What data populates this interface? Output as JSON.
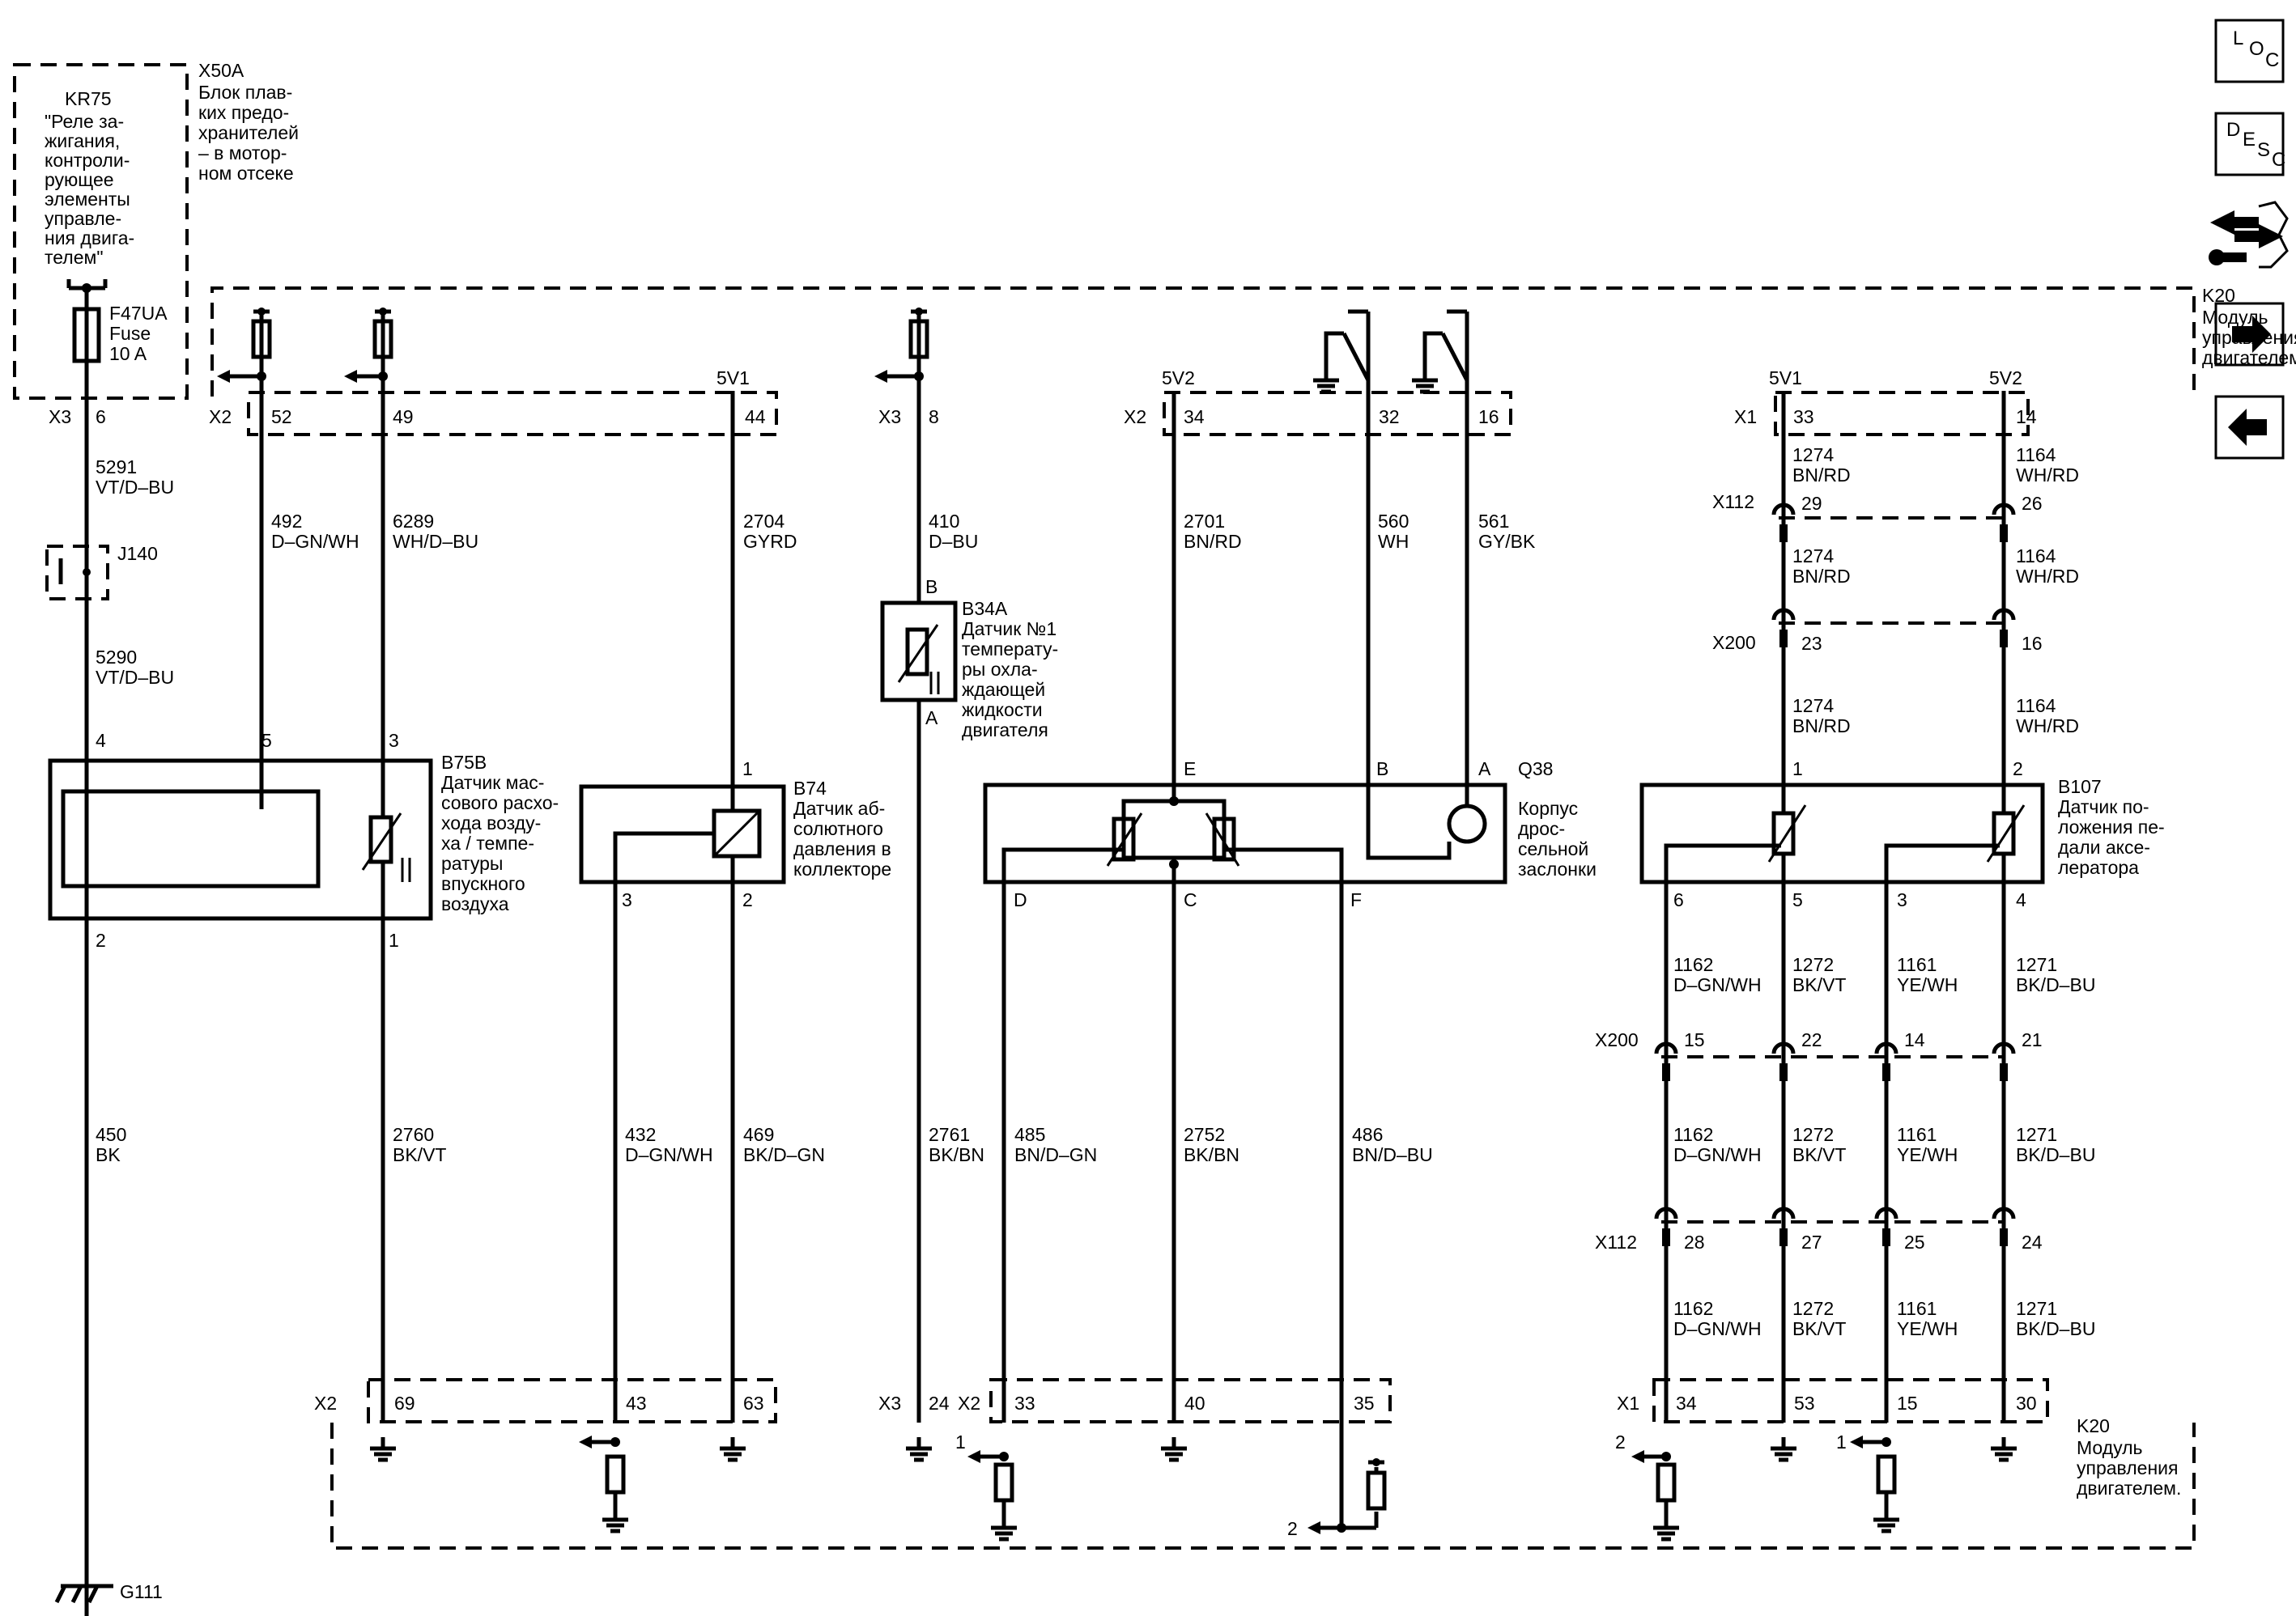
{
  "top_left": {
    "relay_id": "KR75",
    "relay_desc": [
      "\"Реле за-",
      "жигания,",
      "контроли-",
      "рующее",
      "элементы",
      "управле-",
      "ния двига-",
      "телем\""
    ],
    "block_id": "X50A",
    "block_desc": [
      "Блок плав-",
      "ких предо-",
      "хранителей",
      "– в мотор-",
      "ном отсеке"
    ],
    "fuse_label": [
      "F47UA",
      "Fuse",
      "10 A"
    ]
  },
  "module": {
    "id": "K20",
    "desc": [
      "Модуль",
      "управления",
      "двигателем."
    ],
    "supply_5v1": "5V1",
    "supply_5v2": "5V2"
  },
  "connectors": {
    "x2": "X2",
    "x3": "X3",
    "x1": "X1",
    "x112": "X112",
    "x200": "X200",
    "j140": "J140",
    "ground": "G111"
  },
  "pins": {
    "top": [
      "6",
      "52",
      "49",
      "44",
      "8",
      "34",
      "32",
      "16",
      "33",
      "14"
    ],
    "bottom": [
      "69",
      "43",
      "63",
      "24",
      "33",
      "40",
      "35",
      "34",
      "53",
      "15",
      "30"
    ],
    "x112_top": [
      "29",
      "26"
    ],
    "x200_top": [
      "23",
      "16"
    ],
    "x200_mid": [
      "15",
      "22",
      "14",
      "21"
    ],
    "x112_mid": [
      "28",
      "27",
      "25",
      "24"
    ]
  },
  "component_pins": {
    "b75b": [
      "4",
      "5",
      "3",
      "2",
      "1"
    ],
    "b74": [
      "1",
      "3",
      "2"
    ],
    "b34a": [
      "B",
      "A"
    ],
    "q38": [
      "E",
      "B",
      "A",
      "D",
      "C",
      "F"
    ],
    "b107": [
      "1",
      "2",
      "6",
      "5",
      "3",
      "4"
    ]
  },
  "components": {
    "b75b": {
      "id": "B75B",
      "desc": [
        "Датчик мас-",
        "сового расхо-",
        "хода возду-",
        "ха / темпе-",
        "ратуры",
        "впускного",
        "воздуха"
      ]
    },
    "b74": {
      "id": "B74",
      "desc": [
        "Датчик аб-",
        "солютного",
        "давления в",
        "коллекторе"
      ]
    },
    "b34a": {
      "id": "B34A",
      "desc": [
        "Датчик №1",
        "температу-",
        "ры охла-",
        "ждающей",
        "жидкости",
        "двигателя"
      ]
    },
    "q38": {
      "id": "Q38",
      "desc": [
        "Корпус",
        "дрос-",
        "сельной",
        "заслонки"
      ]
    },
    "b107": {
      "id": "B107",
      "desc": [
        "Датчик по-",
        "ложения пе-",
        "дали аксе-",
        "лератора"
      ]
    }
  },
  "wires": {
    "w5291": [
      "5291",
      "VT/D–BU"
    ],
    "w5290": [
      "5290",
      "VT/D–BU"
    ],
    "w450": [
      "450",
      "BK"
    ],
    "w492": [
      "492",
      "D–GN/WH"
    ],
    "w6289": [
      "6289",
      "WH/D–BU"
    ],
    "w2760": [
      "2760",
      "BK/VT"
    ],
    "w2704": [
      "2704",
      "GYRD"
    ],
    "w432": [
      "432",
      "D–GN/WH"
    ],
    "w469": [
      "469",
      "BK/D–GN"
    ],
    "w410": [
      "410",
      "D–BU"
    ],
    "w2761": [
      "2761",
      "BK/BN"
    ],
    "w2701": [
      "2701",
      "BN/RD"
    ],
    "w560": [
      "560",
      "WH"
    ],
    "w561": [
      "561",
      "GY/BK"
    ],
    "w485": [
      "485",
      "BN/D–GN"
    ],
    "w2752": [
      "2752",
      "BK/BN"
    ],
    "w486": [
      "486",
      "BN/D–BU"
    ],
    "w1274": [
      "1274",
      "BN/RD"
    ],
    "w1164": [
      "1164",
      "WH/RD"
    ],
    "w1162": [
      "1162",
      "D–GN/WH"
    ],
    "w1272": [
      "1272",
      "BK/VT"
    ],
    "w1161": [
      "1161",
      "YE/WH"
    ],
    "w1271": [
      "1271",
      "BK/D–BU"
    ]
  },
  "refs": {
    "r1": "1",
    "r2": "2"
  },
  "nav": {
    "loc": [
      "L",
      "O",
      "C"
    ],
    "desc": [
      "D",
      "E",
      "S",
      "C"
    ],
    "icons": [
      "connector-tool-icon",
      "arrow-right-icon",
      "arrow-left-icon"
    ]
  }
}
